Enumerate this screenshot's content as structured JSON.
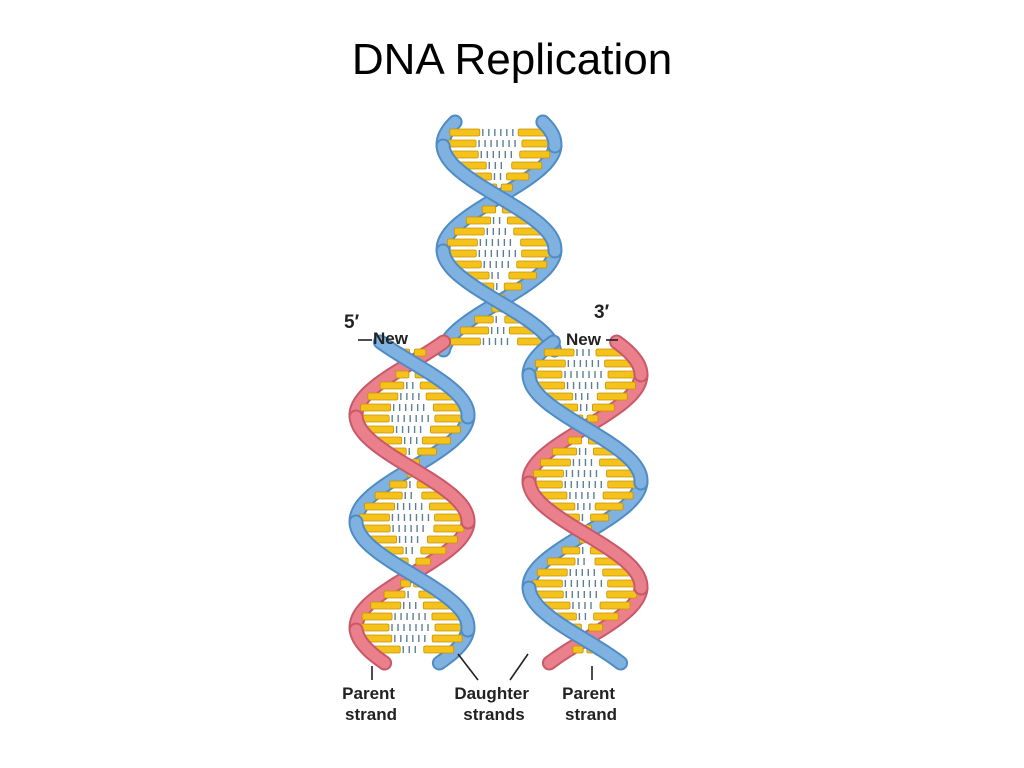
{
  "slide": {
    "title": "DNA Replication"
  },
  "diagram": {
    "labels": {
      "five_prime": "5′",
      "three_prime": "3′",
      "new_left": "New",
      "new_right": "New",
      "parent_left_line1": "Parent",
      "parent_left_line2": "strand",
      "daughter_line1": "Daughter",
      "daughter_line2": "strands",
      "parent_right_line1": "Parent",
      "parent_right_line2": "strand"
    },
    "colors": {
      "parent_strand": "#7fb2e0",
      "parent_strand_edge": "#4f8cc4",
      "new_strand": "#e9808c",
      "new_strand_edge": "#c95868",
      "base_pair": "#f5c21b",
      "base_pair_edge": "#c99200",
      "hydrogen_bond": "#5d7f93"
    }
  }
}
